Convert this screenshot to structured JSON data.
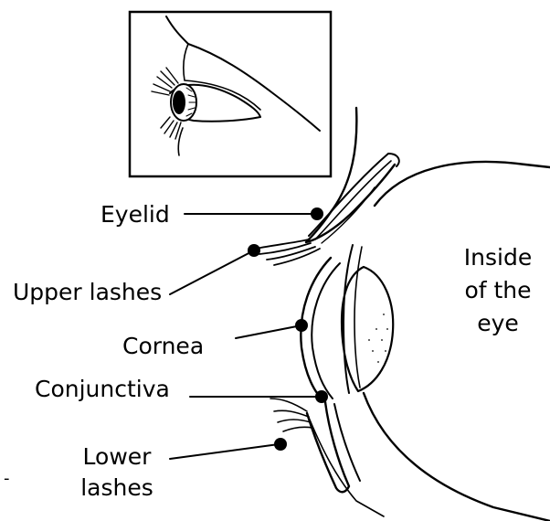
{
  "diagram": {
    "labels": {
      "eyelid": "Eyelid",
      "upper_lashes": "Upper lashes",
      "cornea": "Cornea",
      "conjunctiva": "Conjunctiva",
      "lower_lashes_1": "Lower",
      "lower_lashes_2": "lashes",
      "inside_1": "Inside",
      "inside_2": "of the",
      "inside_3": "eye"
    },
    "stray_mark": "-"
  }
}
